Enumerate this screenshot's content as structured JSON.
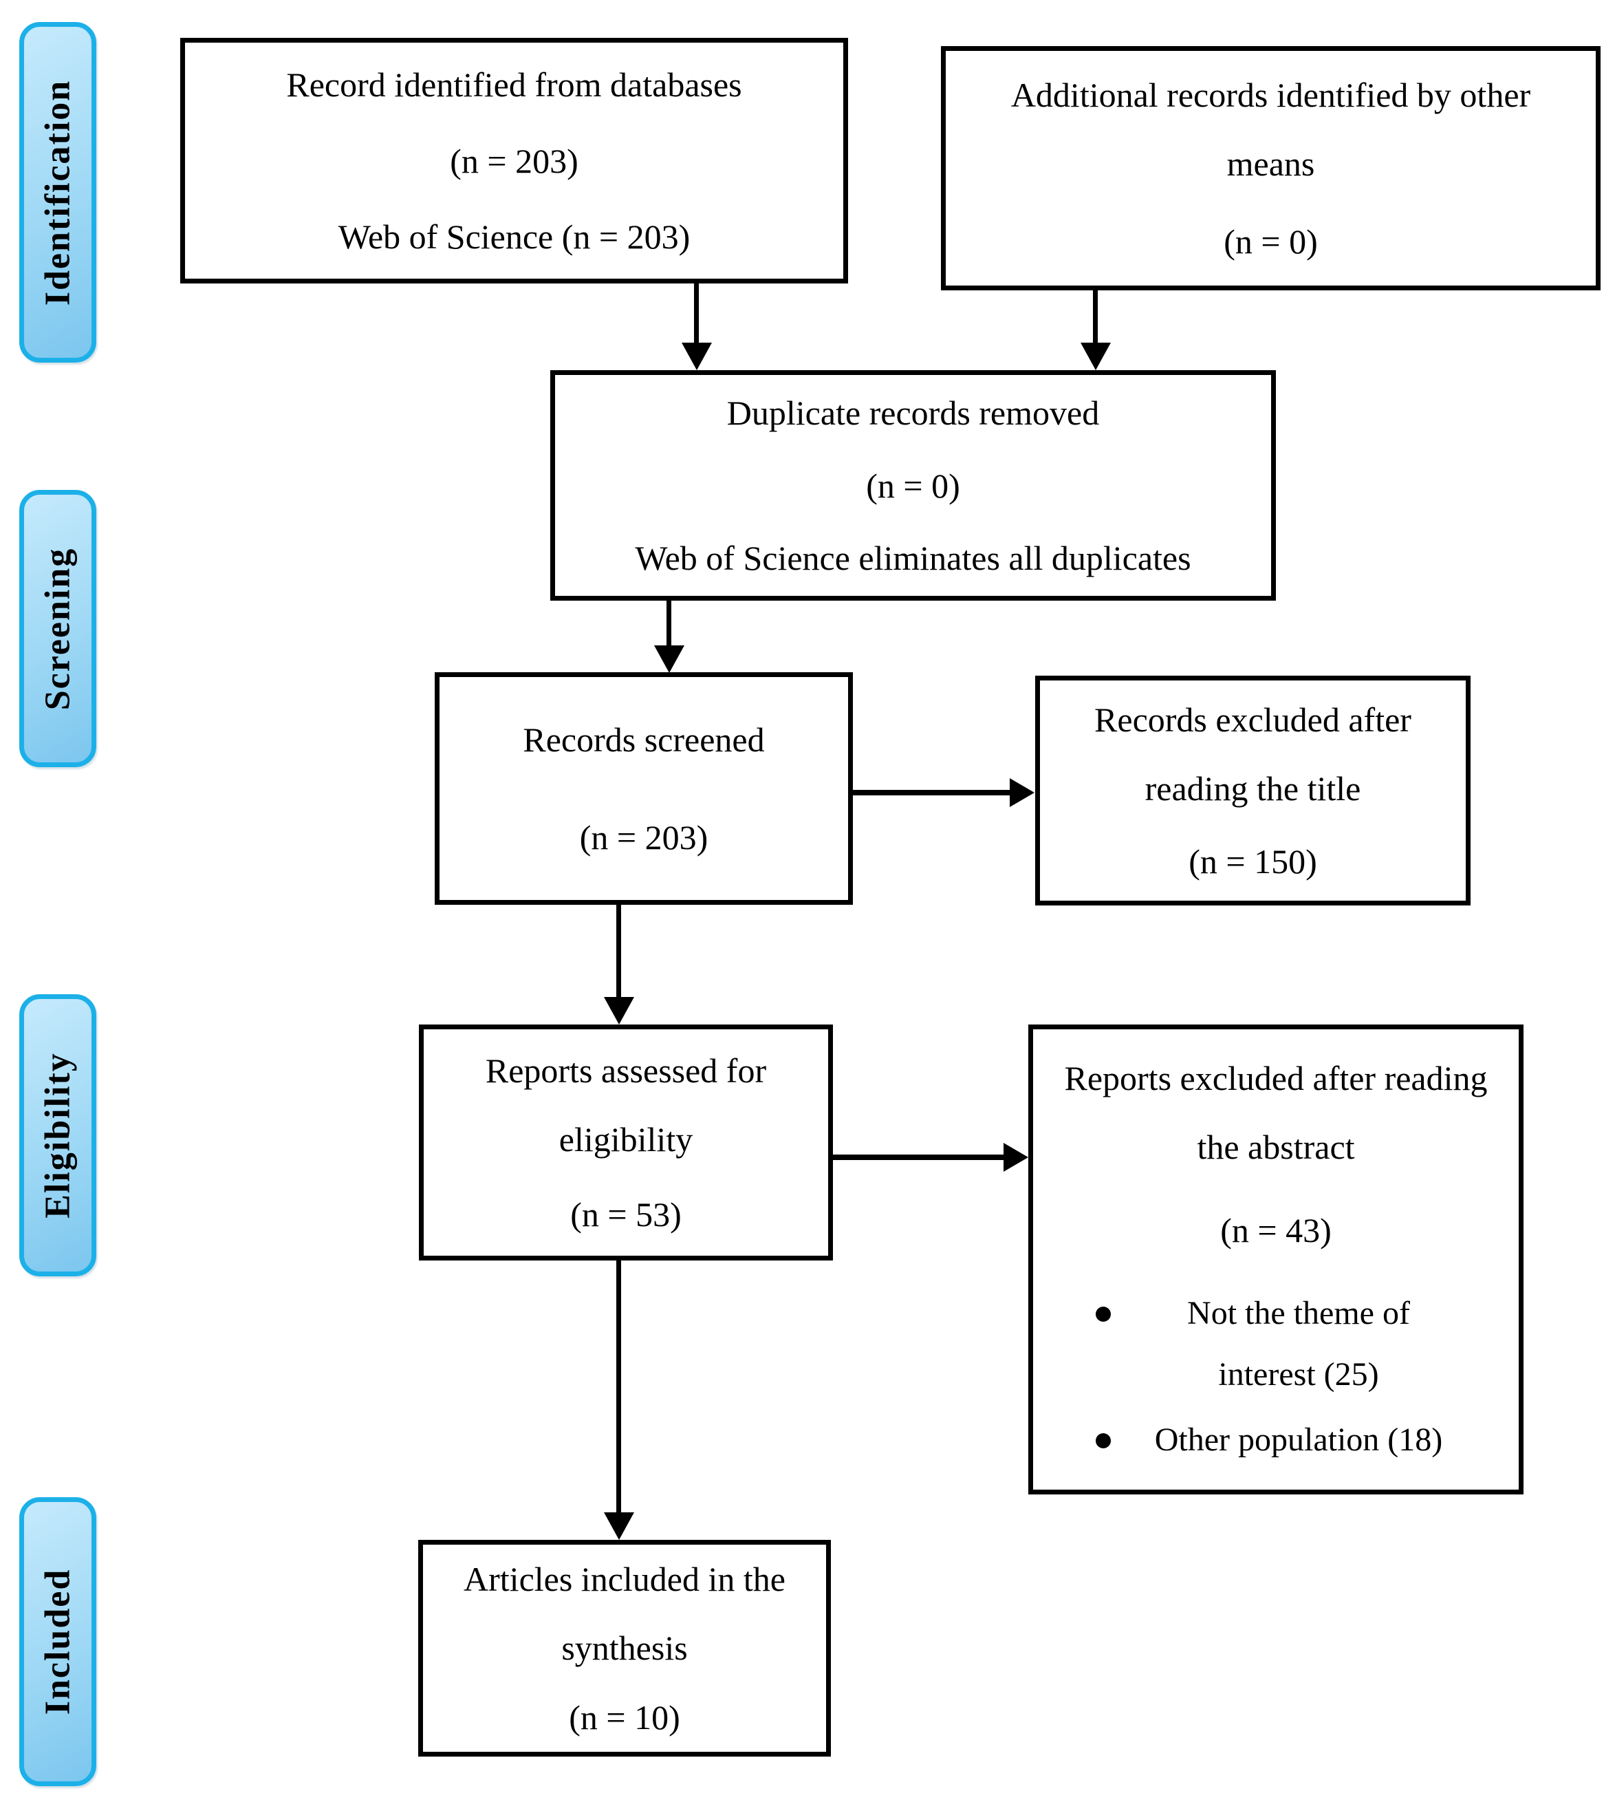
{
  "stages": [
    {
      "label": "Identification"
    },
    {
      "label": "Screening"
    },
    {
      "label": "Eligibility"
    },
    {
      "label": "Included"
    }
  ],
  "boxes": {
    "records_identified": {
      "title": "Record identified from databases",
      "count": "(n = 203)",
      "note": "Web of Science (n = 203)"
    },
    "additional_records": {
      "title": "Additional records identified by other means",
      "count": "(n = 0)"
    },
    "duplicates_removed": {
      "title": "Duplicate records removed",
      "count": "(n = 0)",
      "note": "Web of Science eliminates all duplicates"
    },
    "records_screened": {
      "title": "Records screened",
      "count": "(n = 203)"
    },
    "excluded_title": {
      "title": "Records excluded after reading the title",
      "count": "(n = 150)"
    },
    "assessed_eligibility": {
      "title": "Reports assessed for eligibility",
      "count": "(n = 53)"
    },
    "excluded_abstract": {
      "title": "Reports excluded after reading the abstract",
      "count": "(n = 43)",
      "bullets": [
        "Not the theme of interest (25)",
        "Other population (18)"
      ]
    },
    "included_synthesis": {
      "title": "Articles included in the synthesis",
      "count": "(n = 10)"
    }
  },
  "colors": {
    "stage_border": "#1cb0e8",
    "stage_fill_light": "#c6eafc",
    "stage_fill_dark": "#7cc6ee",
    "box_border": "#000000",
    "arrow": "#000000",
    "text": "#000000",
    "background": "#ffffff"
  }
}
